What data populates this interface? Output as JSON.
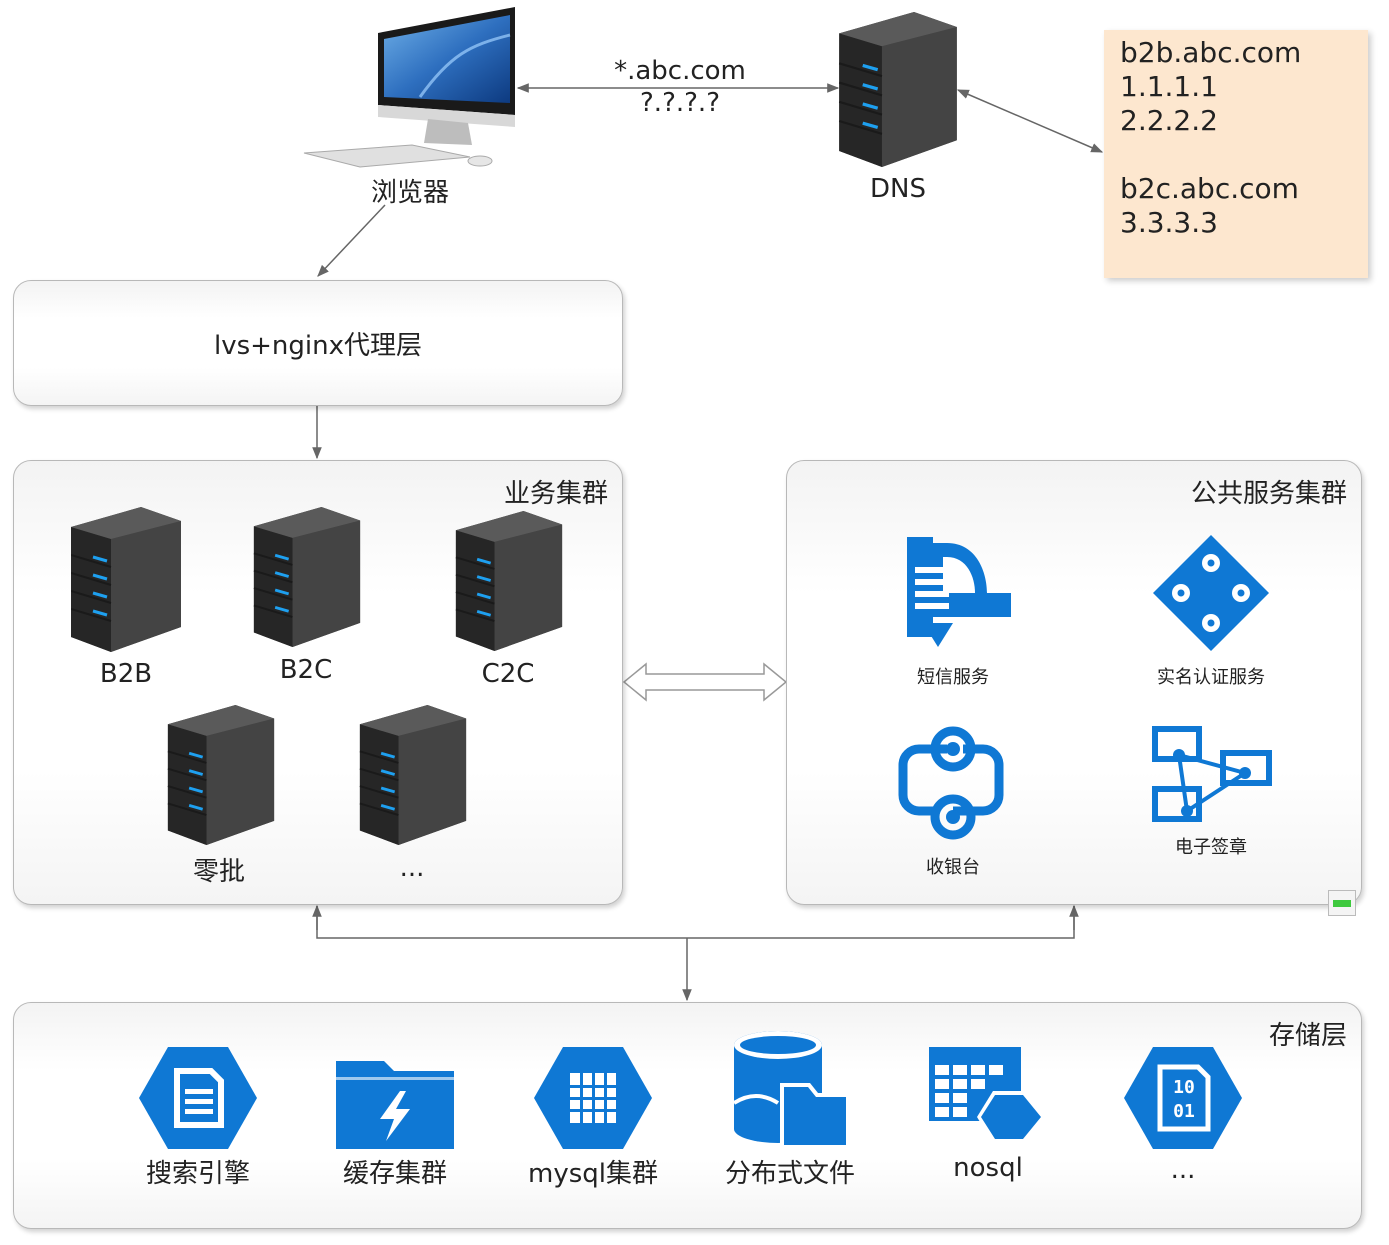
{
  "browser": {
    "label": "浏览器"
  },
  "browser_dns_link": {
    "line1": "*.abc.com",
    "line2": "?.?.?.?"
  },
  "dns": {
    "label": "DNS"
  },
  "dns_records": {
    "lines": [
      "b2b.abc.com",
      "1.1.1.1",
      "2.2.2.2",
      "",
      "b2c.abc.com",
      "3.3.3.3"
    ]
  },
  "proxy_layer": {
    "label": "lvs+nginx代理层"
  },
  "business_cluster": {
    "title": "业务集群",
    "servers": [
      "B2B",
      "B2C",
      "C2C",
      "零批",
      "..."
    ]
  },
  "public_cluster": {
    "title": "公共服务集群",
    "services": [
      "短信服务",
      "实名认证服务",
      "收银台",
      "电子签章"
    ]
  },
  "storage_layer": {
    "title": "存储层",
    "items": [
      "搜索引擎",
      "缓存集群",
      "mysql集群",
      "分布式文件",
      "nosql",
      "..."
    ]
  },
  "colors": {
    "azure_blue": "#0f78d4",
    "server_body": "#2f2f2f",
    "server_led": "#1ea0f0",
    "note_bg": "#fde7cf",
    "arrow": "#666666"
  }
}
